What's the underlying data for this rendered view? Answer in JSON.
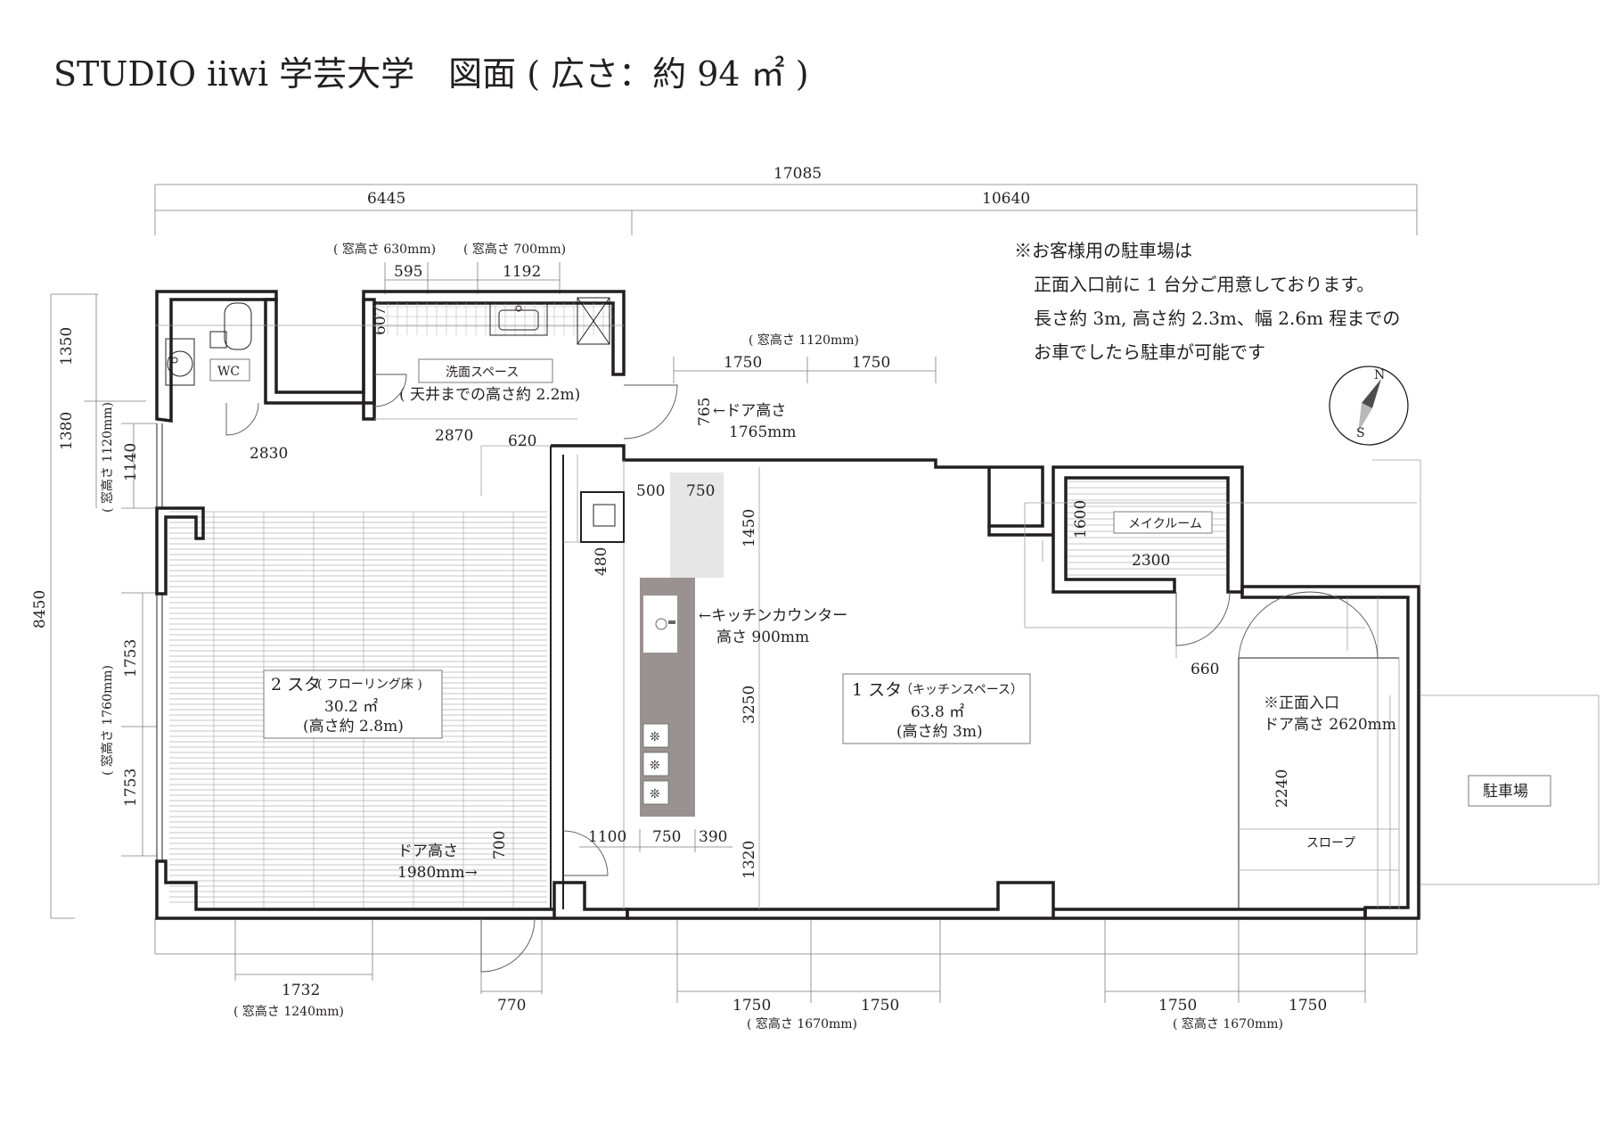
{
  "title": "STUDIO iiwi 学芸大学　図面 ( 広さ：約 94 ㎡ )",
  "notes": {
    "parking_line1": "※お客様用の駐車場は",
    "parking_line2": "正面入口前に 1 台分ご用意しております。",
    "parking_line3": "長さ約 3m, 高さ約 2.3m、幅 2.6m 程までの",
    "parking_line4": "お車でしたら駐車が可能です"
  },
  "rooms": {
    "wc": "WC",
    "washroom_label": "洗面スペース",
    "washroom_height": "( 天井までの高さ約 2.2m)",
    "makeroom": "メイクルーム",
    "studio2_name": "2 スタ",
    "studio2_sub": "( フローリング床 )",
    "studio2_area": "30.2 ㎡",
    "studio2_height": "(高さ約 2.8m)",
    "studio1_name": "1 スタ",
    "studio1_sub": "（キッチンスペース）",
    "studio1_area": "63.8 ㎡",
    "studio1_height": "(高さ約 3m)",
    "parking": "駐車場"
  },
  "labels": {
    "entrance_1": "※正面入口",
    "entrance_2": "ドア高さ 2620mm",
    "slope": "スロープ",
    "kitchen_counter_1": "←キッチンカウンター",
    "kitchen_counter_2": "高さ 900mm",
    "door_top_1": "←ドア高さ",
    "door_top_2": "1765mm",
    "door_left_1": "ドア高さ",
    "door_left_2": "1980mm→",
    "compass_n": "N",
    "compass_s": "S"
  },
  "dimensions": {
    "total_width": "17085",
    "left_width": "6445",
    "right_width": "10640",
    "win_630": "( 窓高さ 630mm)",
    "win_700": "( 窓高さ 700mm)",
    "d595": "595",
    "d1192": "1192",
    "d607": "607",
    "win_1120_top": "( 窓高さ 1120mm)",
    "d1750_t1": "1750",
    "d1750_t2": "1750",
    "d765": "765",
    "d1350": "1350",
    "d1380": "1380",
    "d1140": "1140",
    "win_1120_left": "( 窓高さ 1120mm)",
    "d2830": "2830",
    "d2870": "2870",
    "d620": "620",
    "d500": "500",
    "d750_top": "750",
    "d1450": "1450",
    "d480": "480",
    "d1600": "1600",
    "d2300": "2300",
    "d660": "660",
    "d8450": "8450",
    "d1753_a": "1753",
    "d1753_b": "1753",
    "win_1760_left": "( 窓高さ 1760mm)",
    "d3250": "3250",
    "d2240": "2240",
    "d700": "700",
    "d1100": "1100",
    "d750_bot": "750",
    "d390": "390",
    "d1320": "1320",
    "d1732": "1732",
    "win_1240": "( 窓高さ 1240mm)",
    "d770": "770",
    "d1750_b1": "1750",
    "d1750_b2": "1750",
    "win_1670_a": "( 窓高さ 1670mm)",
    "d1750_b3": "1750",
    "d1750_b4": "1750",
    "win_1670_b": "( 窓高さ 1670mm)"
  },
  "colors": {
    "ink": "#231f20",
    "kitchen_counter": "#9a9191",
    "counter_block": "#e6e6e6"
  }
}
